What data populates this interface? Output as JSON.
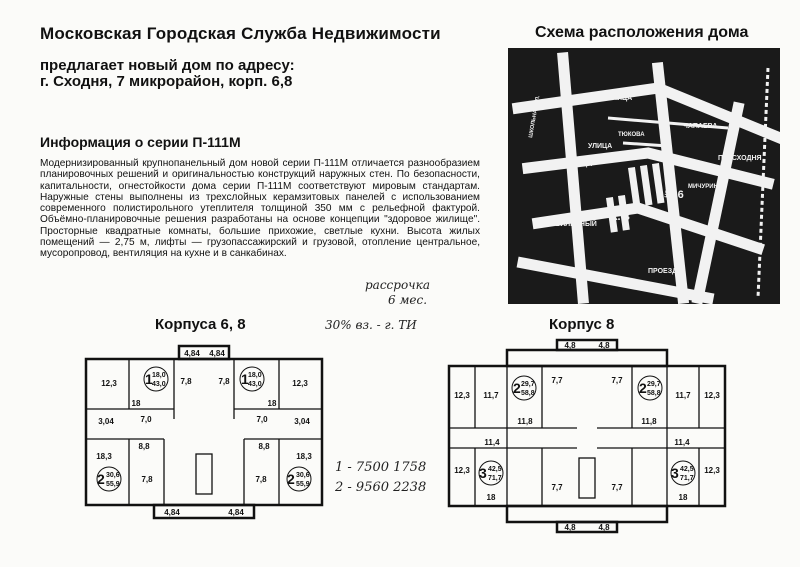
{
  "header": {
    "title": "Московская Городская Служба Недвижимости",
    "subtitle_line1": "предлагает новый дом по адресу:",
    "subtitle_line2": "г. Сходня,  7 микрорайон, корп. 6,8"
  },
  "info": {
    "title": "Информация о серии П-111М",
    "body": "Модернизированный крупнопанельный дом новой серии П-111М отличается разнообразием планировочных решений и оригинальностью конструкций наружных стен. По безопасности, капитальности, огнестойкости дома серии П-111М соответствуют мировым стандартам. Наружные стены выполнены из трехслойных керамзитовых панелей с использованием современного полистирольного утеплителя толщиной 350 мм с рельефной фактурой. Объёмно-планировочные решения разработаны на основе концепции \"здоровое жилище\". Просторные квадратные комнаты, большие прихожие, светлые кухни. Высота жилых помещений — 2,75 м, лифты — грузопассажирский и грузовой, отопление центральное, мусоропровод, вентиляция на кухне и в санкабинах."
  },
  "map": {
    "title": "Схема расположения дома",
    "street_labels": [
      "УЛИЦА",
      "ЧАПАЕВА",
      "УЛИЦА",
      "ТЮКОВА",
      "УЛИЦА",
      "МИЧУРИНА",
      "ЮБИЛЕЙНЫЙ",
      "ПРОЕЗД",
      "ПЛ. СХОДНЯ",
      "ШКОЛЬНАЯ УЛ.",
      "НОВАЯ УЛ."
    ],
    "building_labels": [
      "к. 6",
      "к. 8"
    ]
  },
  "handwritten": {
    "note1": "рассрочка",
    "note2": "6 мес.",
    "note3": "30%  вз. - г. ТИ",
    "price1": "1 - 7500   1758",
    "price2": "2 - 9560   2238"
  },
  "plans": {
    "left": {
      "title": "Корпуса 6, 8",
      "top_dims": [
        "4,84",
        "4,84"
      ],
      "bottom_dims": [
        "4,84",
        "4,84"
      ],
      "room_labels": [
        "12,3",
        "18",
        "7,8",
        "7,8",
        "18",
        "12,3",
        "3,04",
        "7,0",
        "7,0",
        "3,04",
        "8,8",
        "8,8",
        "18,3",
        "7,8",
        "7,8",
        "18,3"
      ],
      "apartments": [
        {
          "rooms": "1",
          "living": "18,0",
          "total": "43,0"
        },
        {
          "rooms": "1",
          "living": "18,0",
          "total": "43,0"
        },
        {
          "rooms": "2",
          "living": "30,6",
          "total": "55,9"
        },
        {
          "rooms": "2",
          "living": "30,6",
          "total": "55,9"
        }
      ]
    },
    "right": {
      "title": "Корпус  8",
      "top_dims": [
        "4,8",
        "4,8"
      ],
      "bottom_dims": [
        "4,8",
        "4,8"
      ],
      "room_labels": [
        "12,3",
        "11,7",
        "7,7",
        "7,7",
        "11,7",
        "12,3",
        "11,8",
        "11,8",
        "11,4",
        "11,4",
        "12,3",
        "7,7",
        "7,7",
        "12,3",
        "18",
        "18"
      ],
      "apartments": [
        {
          "rooms": "2",
          "living": "29,7",
          "total": "58,8"
        },
        {
          "rooms": "2",
          "living": "29,7",
          "total": "58,8"
        },
        {
          "rooms": "3",
          "living": "42,5",
          "total": "71,7"
        },
        {
          "rooms": "3",
          "living": "42,5",
          "total": "71,7"
        }
      ]
    }
  }
}
